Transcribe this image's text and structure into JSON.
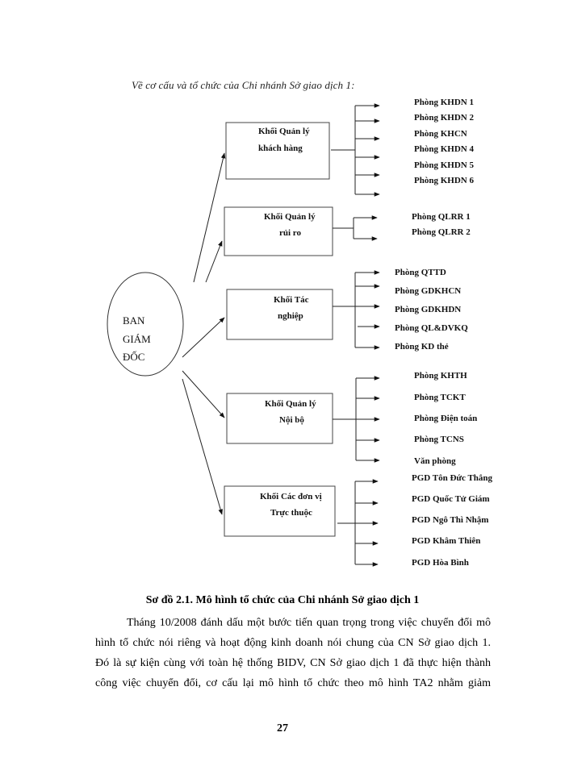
{
  "intro": "Về cơ cấu và tổ chức của Chi nhánh Sở giao dịch 1:",
  "diagram": {
    "root": {
      "lines": [
        "BAN",
        "GIÁM",
        "ĐỐC"
      ]
    },
    "blocks": [
      {
        "lines": [
          "Khối  Quản lý",
          "khách hàng"
        ],
        "departments": [
          "Phòng  KHDN  1",
          "Phòng  KHDN  2",
          "Phòng  KHCN",
          "Phòng  KHDN  4",
          "Phòng  KHDN  5",
          "Phòng  KHDN  6",
          ""
        ]
      },
      {
        "lines": [
          "Khối  Quản lý",
          "rủi ro"
        ],
        "departments": [
          "Phòng  QLRR  1",
          "Phòng  QLRR  2"
        ]
      },
      {
        "lines": [
          "Khối  Tác",
          "nghiệp"
        ],
        "departments": [
          "Phòng  QTTD",
          "Phòng  GDKHCN",
          "Phòng  GDKHDN",
          "Phòng  QL&DVKQ",
          "Phòng  KD  thẻ"
        ]
      },
      {
        "lines": [
          "Khối  Quản lý",
          "Nội bộ"
        ],
        "departments": [
          "Phòng  KHTH",
          "Phòng  TCKT",
          "Phòng  Điện toán",
          "Phòng  TCNS",
          "Văn phòng"
        ]
      },
      {
        "lines": [
          "Khối  Các đơn vị",
          "Trực thuộc"
        ],
        "departments": [
          "PGD  Tôn  Đức Thắng",
          "PGD  Quốc  Tử  Giám",
          "PGD  Ngô  Thì Nhậm",
          "PGD  Khâm  Thiên",
          "PGD  Hòa  Bình"
        ]
      }
    ]
  },
  "caption": "Sơ đồ 2.1. Mô hình tổ chức của Chi nhánh Sở giao dịch 1",
  "paragraph": {
    "lines": [
      "Tháng  10/2008 đánh dấu một bước tiến quan trọng trong việc chuyển đổi mô",
      "hình tổ chức nói riêng và hoạt động kinh doanh nói chung của CN Sở giao dịch 1.",
      "Đó là sự kiện cùng với toàn hệ thống BIDV, CN Sở giao dịch 1 đã thực hiện thành",
      "công việc chuyển đổi, cơ cấu lại mô hình tổ chức theo mô hình TA2 nhằm giảm"
    ]
  },
  "page_number": "27"
}
